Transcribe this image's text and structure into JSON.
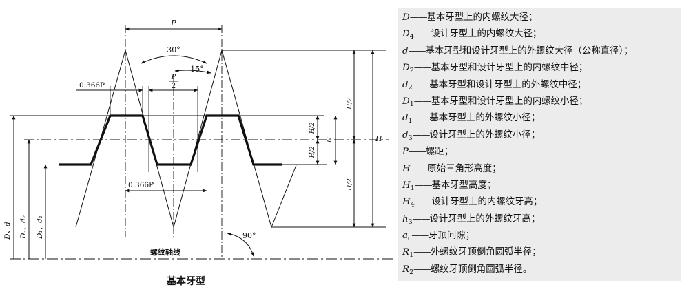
{
  "diagram": {
    "caption": "基本牙型",
    "axis_label": "螺纹轴线",
    "labels": {
      "P": "P",
      "angle30": "30°",
      "angle15": "15°",
      "angle90": "90°",
      "p_over_2_num": "P",
      "p_over_2_den": "2",
      "dim_0366P": "0.366P",
      "H": "H",
      "H_half": "H/2",
      "H1": "H",
      "H1_half": "H/2",
      "D_d": "D、d",
      "D2_d2": "D₂、d₂",
      "D1_d1": "D₁、d₁"
    }
  },
  "legend": [
    {
      "sym": "D",
      "sub": "",
      "text": "基本牙型上的内螺纹大径；"
    },
    {
      "sym": "D",
      "sub": "4",
      "text": "设计牙型上的内螺纹大径；"
    },
    {
      "sym": "d",
      "sub": "",
      "text": "基本牙型和设计牙型上的外螺纹大径（公称直径）；"
    },
    {
      "sym": "D",
      "sub": "2",
      "text": "基本牙型和设计牙型上的内螺纹中径；"
    },
    {
      "sym": "d",
      "sub": "2",
      "text": "基本牙型和设计牙型上的外螺纹中径；"
    },
    {
      "sym": "D",
      "sub": "1",
      "text": "基本牙型和设计牙型上的内螺纹小径；"
    },
    {
      "sym": "d",
      "sub": "1",
      "text": "基本牙型上的外螺纹小径；"
    },
    {
      "sym": "d",
      "sub": "3",
      "text": "设计牙型上的外螺纹小径；"
    },
    {
      "sym": "P",
      "sub": "",
      "text": "螺距；"
    },
    {
      "sym": "H",
      "sub": "",
      "text": "原始三角形高度；"
    },
    {
      "sym": "H",
      "sub": "1",
      "text": "基本牙型高度；"
    },
    {
      "sym": "H",
      "sub": "4",
      "text": "设计牙型上的内螺纹牙高；"
    },
    {
      "sym": "h",
      "sub": "3",
      "text": "设计牙型上的外螺纹牙高；"
    },
    {
      "sym": "a",
      "sub": "c",
      "text": "牙顶间隙；"
    },
    {
      "sym": "R",
      "sub": "1",
      "text": "外螺纹牙顶倒角圆弧半径；"
    },
    {
      "sym": "R",
      "sub": "2",
      "text": "螺纹牙顶倒角圆弧半径。"
    }
  ],
  "legend_dash": "——"
}
